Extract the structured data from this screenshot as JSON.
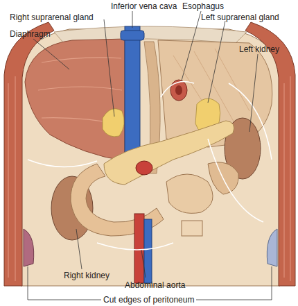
{
  "diagram": {
    "labels": [
      "Inferior vena cava",
      "Esophagus",
      "Right suprarenal gland",
      "Left suprarenal gland",
      "Diaphragm",
      "Left kidney",
      "Right kidney",
      "Abdominal aorta",
      "Cut edges of peritoneum"
    ]
  }
}
